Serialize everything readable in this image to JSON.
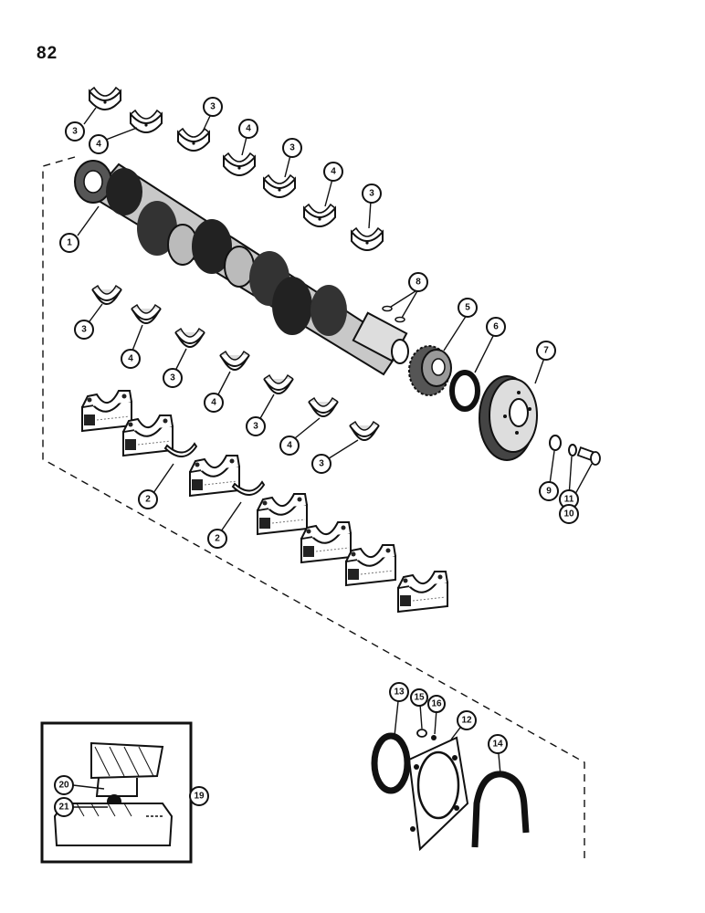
{
  "page_number": "82",
  "callouts": {
    "c1": "1",
    "c2a": "2",
    "c2b": "2",
    "c3a": "3",
    "c3b": "3",
    "c3c": "3",
    "c3d": "3",
    "c3e": "3",
    "c3f": "3",
    "c3g": "3",
    "c3h": "3",
    "c4a": "4",
    "c4b": "4",
    "c4c": "4",
    "c4d": "4",
    "c4e": "4",
    "c4f": "4",
    "c5": "5",
    "c6": "6",
    "c7": "7",
    "c8": "8",
    "c9": "9",
    "c10": "10",
    "c11": "11",
    "c12": "12",
    "c13": "13",
    "c14": "14",
    "c15": "15",
    "c16": "16",
    "c19": "19",
    "c20": "20",
    "c21": "21"
  }
}
